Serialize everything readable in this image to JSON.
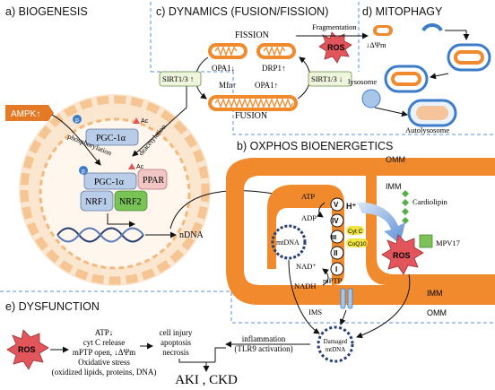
{
  "sections": {
    "biogenesis": "a) BIOGENESIS",
    "dynamics": "c) DYNAMICS (FUSION/FISSION)",
    "mitophagy": "d) MITOPHAGY",
    "oxphos": "b) OXPHOS BIOENERGETICS",
    "dysfunction": "e) DYSFUNCTION"
  },
  "biogenesis": {
    "ampk": "AMPK↑",
    "p1": "p",
    "pgc_top": "PGC-1α",
    "ac1": "Ac",
    "phosphorylation": "phosphorylation",
    "deacetylation": "deacetylation",
    "p2": "p",
    "ac2": "Ac",
    "pgc_mid": "PGC-1α",
    "ppar": "PPAR",
    "nrf1": "NRF1",
    "nrf2": "NRF2",
    "ndna": "nDNA"
  },
  "dynamics": {
    "fission": "FISSION",
    "fusion": "FUSION",
    "opa_down": "OPA1↓",
    "drp_up": "DRP1↑",
    "mfn_up": "Mfn↑",
    "opa_up": "OPA1↑",
    "sirt_up": "SIRT1/3 ↑",
    "sirt_down": "SIRT1/3 ↓",
    "ros": "ROS",
    "fragmentation": "Fragmentation"
  },
  "mitophagy": {
    "dpsi": "↓ΔΨm",
    "lysosome": "lysosome",
    "autolysosome": "Autolysosome"
  },
  "oxphos": {
    "omm_top": "OMM",
    "imm_top": "IMM",
    "cardiolipin": "Cardiolipin",
    "mpv17": "MPV17",
    "atp": "ATP",
    "adp": "ADP",
    "h_plus": "H⁺",
    "complex_v": "V",
    "complex_iv": "IV",
    "complex_iii": "III",
    "complex_ii": "II",
    "complex_i": "I",
    "cytc": "Cyt C",
    "coq10": "CoQ10",
    "mtdna": "mtDNA",
    "nad": "NAD⁺",
    "nadh": "NADH",
    "ros": "ROS",
    "mptp": "mPTP",
    "ims": "IMS",
    "imm_bottom": "IMM",
    "omm_bottom": "OMM"
  },
  "dysfunction": {
    "ros": "ROS",
    "line1": "ATP↓",
    "line2": "cyt C release",
    "line3": "mPTP open, ↓ΔΨm",
    "line4": "Oxidative stress",
    "line5": "(oxidized lipids, proteins, DNA)",
    "injury1": "cell injury",
    "injury2": "apoptosis",
    "injury3": "necrosis",
    "infl1": "inflammation",
    "infl2": "(TLR9 activation)",
    "damaged1": "Damaged",
    "damaged2": "mtDNA",
    "outcome": "AKI , CKD"
  },
  "colors": {
    "orange": "#f08a2c",
    "ros_red": "#e2555b",
    "pgc_blue": "#b9cde8",
    "nrf_green": "#79c356",
    "ppar_pink": "#f3c6c6",
    "divider_blue": "#5b8fd6"
  }
}
